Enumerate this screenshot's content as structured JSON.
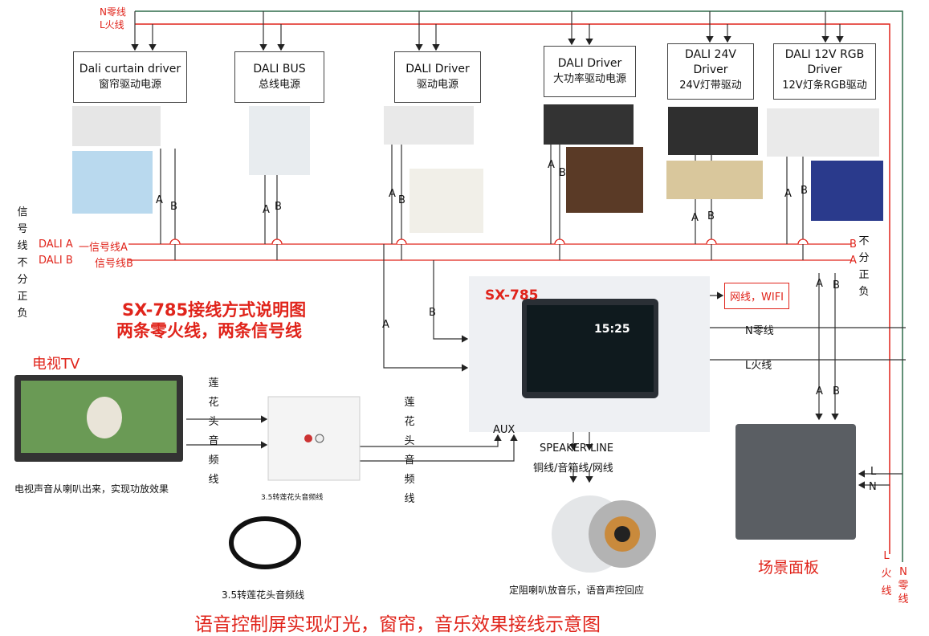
{
  "mains": {
    "n_line": "N零线",
    "l_line": "L火线"
  },
  "drivers": [
    {
      "en": "Dali curtain driver",
      "zh": "窗帘驱动电源"
    },
    {
      "en": "DALI BUS",
      "zh": "总线电源"
    },
    {
      "en": "DALI Driver",
      "zh": "驱动电源"
    },
    {
      "en": "DALI Driver",
      "zh": "大功率驱动电源"
    },
    {
      "en": "DALI 24V Driver",
      "zh": "24V灯带驱动"
    },
    {
      "en": "DALI 12V RGB Driver",
      "zh": "12V灯条RGB驱动"
    }
  ],
  "signal": {
    "side_note": "信号线不分正负",
    "side_note_right": "不分正负",
    "dali_a": "DALI A",
    "dali_b": "DALI B",
    "line_a": "一信号线A",
    "line_b": "信号线B",
    "a": "A",
    "b": "B"
  },
  "title": {
    "line1": "SX-785接线方式说明图",
    "line2": "两条零火线，两条信号线"
  },
  "panel": {
    "name": "SX-785",
    "clock": "15:25",
    "network": "网线，WIFI",
    "n_label": "N零线",
    "l_label": "L火线",
    "aux": "AUX",
    "speaker_line": "SPEAKER LINE",
    "speaker_sub": "铜线/音箱线/网线"
  },
  "tv": {
    "title": "电视TV",
    "caption": "电视声音从喇叭出来，实现功放效果",
    "rca_label": "莲花头音频线"
  },
  "rca": {
    "vertical_label": "莲花头音频线",
    "small_caption": "3.5转莲花头音频线",
    "caption": "3.5转莲花头音频线"
  },
  "speaker": {
    "caption": "定阻喇叭放音乐，语音声控回应"
  },
  "scene": {
    "title": "场景面板",
    "l": "L",
    "n": "N"
  },
  "right_mains": {
    "l_label": "L火线",
    "n_label": "N零线"
  },
  "footer": "语音控制屏实现灯光，窗帘，音乐效果接线示意图",
  "colors": {
    "red": "#e0241b",
    "wire": "#333333"
  }
}
